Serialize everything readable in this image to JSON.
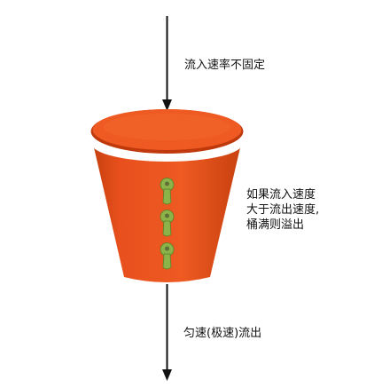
{
  "labels": {
    "inflow": "流入速率不固定",
    "overflow_note": [
      "如果流入速度",
      "大于流出速度,",
      "桶满则溢出"
    ],
    "outflow": "匀速(极速)流出"
  },
  "icons": {
    "bucket": "leaky-bucket-icon",
    "holes": "keyhole-icon"
  },
  "colors": {
    "arrow": "#111111",
    "bucket_body": "#e8501d",
    "bucket_rim": "#ee5a22",
    "bucket_rim_edge": "#c0390c",
    "bucket_body_dark": "#c7400f",
    "keyhole": "#8cb24a",
    "text": "#111111"
  }
}
